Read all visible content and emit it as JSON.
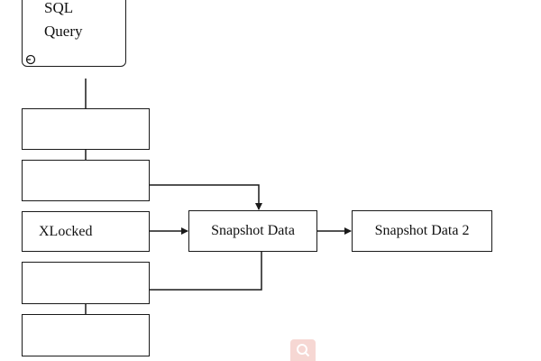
{
  "sql_note": {
    "line1": "SQL",
    "line2": "Query"
  },
  "rows": {
    "row1_label": "",
    "row2_label": "",
    "row3_label": "XLocked",
    "row4_label": "",
    "row5_label": ""
  },
  "nodes": {
    "snapshot": "Snapshot Data",
    "snapshot2": "Snapshot Data 2"
  },
  "colors": {
    "line": "#1a1a1a",
    "watermark": "#f6d7d3"
  },
  "icons": {
    "note_curl": "page-curl-icon",
    "watermark": "search-icon"
  }
}
